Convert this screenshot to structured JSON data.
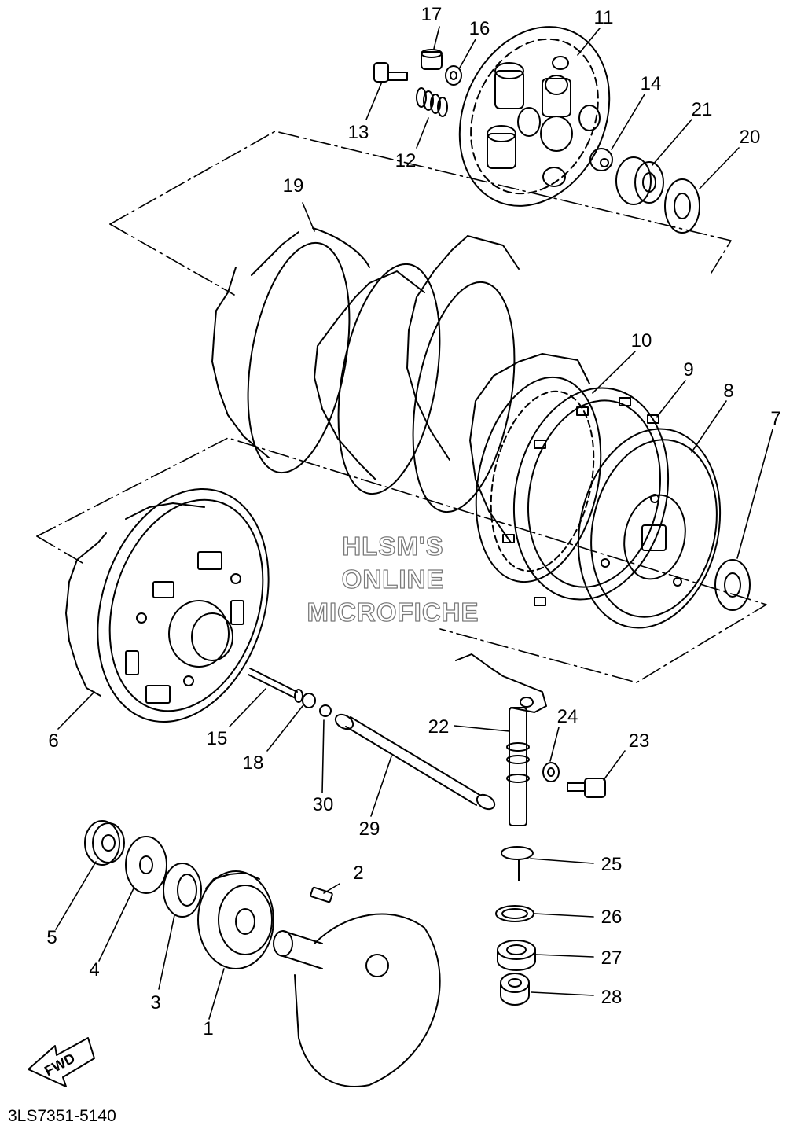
{
  "diagram": {
    "catalog_code": "3LS7351-5140",
    "watermark": [
      "HLSM'S",
      "ONLINE",
      "MICROFICHE"
    ],
    "direction_label": "FWD",
    "callouts": [
      {
        "id": "17",
        "part": "clutch-spring-nut"
      },
      {
        "id": "16",
        "part": "washer"
      },
      {
        "id": "11",
        "part": "pressure-plate"
      },
      {
        "id": "13",
        "part": "bolt"
      },
      {
        "id": "12",
        "part": "clutch-spring"
      },
      {
        "id": "14",
        "part": "push-rod-nut"
      },
      {
        "id": "21",
        "part": "bearing"
      },
      {
        "id": "20",
        "part": "circlip"
      },
      {
        "id": "19",
        "part": "friction-plate-set"
      },
      {
        "id": "10",
        "part": "friction-plate"
      },
      {
        "id": "9",
        "part": "clutch-plate"
      },
      {
        "id": "8",
        "part": "clutch-boss"
      },
      {
        "id": "7",
        "part": "lock-washer"
      },
      {
        "id": "6",
        "part": "primary-driven-gear"
      },
      {
        "id": "15",
        "part": "push-rod"
      },
      {
        "id": "18",
        "part": "push-rod-end"
      },
      {
        "id": "30",
        "part": "ball"
      },
      {
        "id": "29",
        "part": "push-rod-long"
      },
      {
        "id": "22",
        "part": "push-lever-shaft"
      },
      {
        "id": "24",
        "part": "washer"
      },
      {
        "id": "23",
        "part": "bolt"
      },
      {
        "id": "25",
        "part": "spring"
      },
      {
        "id": "26",
        "part": "circlip"
      },
      {
        "id": "27",
        "part": "oil-seal"
      },
      {
        "id": "28",
        "part": "bearing"
      },
      {
        "id": "2",
        "part": "key"
      },
      {
        "id": "5",
        "part": "nut"
      },
      {
        "id": "4",
        "part": "lock-washer"
      },
      {
        "id": "3",
        "part": "circlip"
      },
      {
        "id": "1",
        "part": "primary-drive-gear"
      }
    ]
  }
}
